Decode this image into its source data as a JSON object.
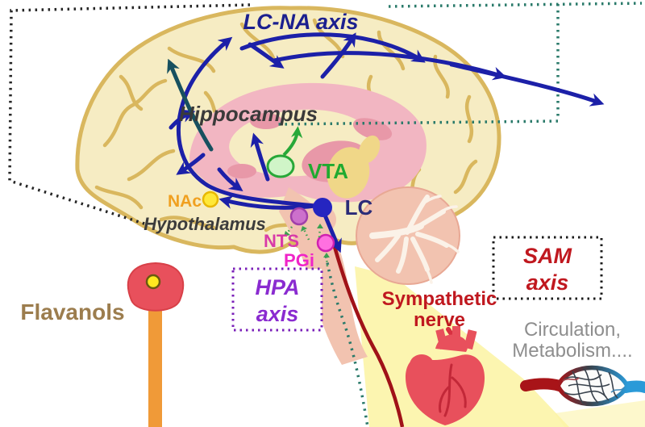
{
  "figure": {
    "type": "brain-pathway-diagram",
    "description": "Sagittal brain diagram showing flavanol stimulation pathways: LC-NA axis, HPA axis, SAM axis, sympathetic output to heart and circulation",
    "labels": {
      "lc_na_axis": "LC-NA axis",
      "hippocampus": "Hippocampus",
      "vta": "VTA",
      "lc": "LC",
      "nac": "NAc",
      "hypothalamus": "Hypothalamus",
      "nts": "NTS",
      "pgi": "PGi",
      "hpa_line1": "HPA",
      "hpa_line2": "axis",
      "sam_line1": "SAM",
      "sam_line2": "axis",
      "sympathetic_line1": "Sympathetic",
      "sympathetic_line2": "nerve",
      "circulation_line1": "Circulation,",
      "circulation_line2": "Metabolism....",
      "flavanols": "Flavanols"
    },
    "colors": {
      "lc_na_text": "#1b1f8f",
      "hippocampus_text": "#3a3a3a",
      "vta_text": "#1faa30",
      "lc_text": "#2b2b78",
      "nac_text": "#f0a020",
      "hypothalamus_text": "#3c3c3c",
      "nts_text": "#d83aa8",
      "pgi_text": "#f024c8",
      "hpa_text": "#8a2bd0",
      "sam_text": "#c0181f",
      "sympathetic_text": "#c0181f",
      "circulation_text": "#8e8e8e",
      "flavanols_text": "#9c7d4e",
      "brain_fill": "#f6ecc3",
      "brain_outline": "#d9b75e",
      "limbic_pink": "#f2b6c2",
      "brainstem_pink": "#f2c3b0",
      "pathway_blue": "#1c20a8",
      "vagal_teal": "#2a7a6a",
      "sympathetic_red": "#a01218",
      "heart_red": "#e8505c",
      "artery_red": "#a81418",
      "vein_blue": "#2a9ad8",
      "glow_yellow": "#fcf3a2"
    }
  }
}
